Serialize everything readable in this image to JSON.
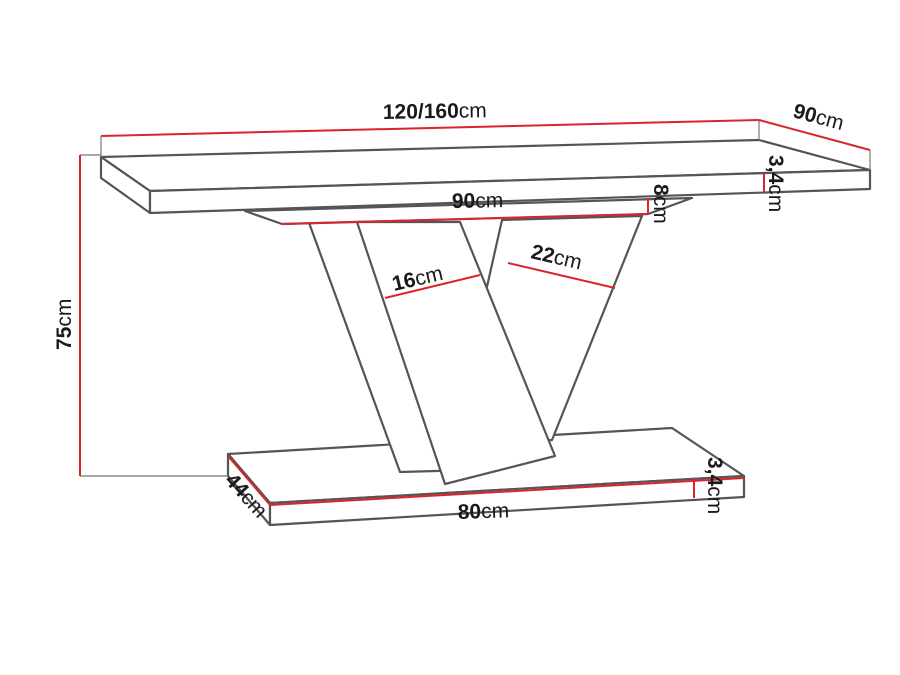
{
  "diagram": {
    "colors": {
      "outline": "#555555",
      "dimension_line": "#d9262c",
      "text": "#1a1a1a"
    },
    "dimensions": {
      "top_length": {
        "value": "120/160",
        "unit": "cm"
      },
      "top_depth": {
        "value": "90",
        "unit": "cm"
      },
      "top_thickness": {
        "value": "3,4",
        "unit": "cm"
      },
      "frame_length": {
        "value": "90",
        "unit": "cm"
      },
      "frame_height": {
        "value": "8",
        "unit": "cm"
      },
      "leg_width_front": {
        "value": "16",
        "unit": "cm"
      },
      "leg_width_back": {
        "value": "22",
        "unit": "cm"
      },
      "table_height": {
        "value": "75",
        "unit": "cm"
      },
      "base_depth": {
        "value": "44",
        "unit": "cm"
      },
      "base_length": {
        "value": "80",
        "unit": "cm"
      },
      "base_thickness": {
        "value": "3,4",
        "unit": "cm"
      }
    }
  }
}
